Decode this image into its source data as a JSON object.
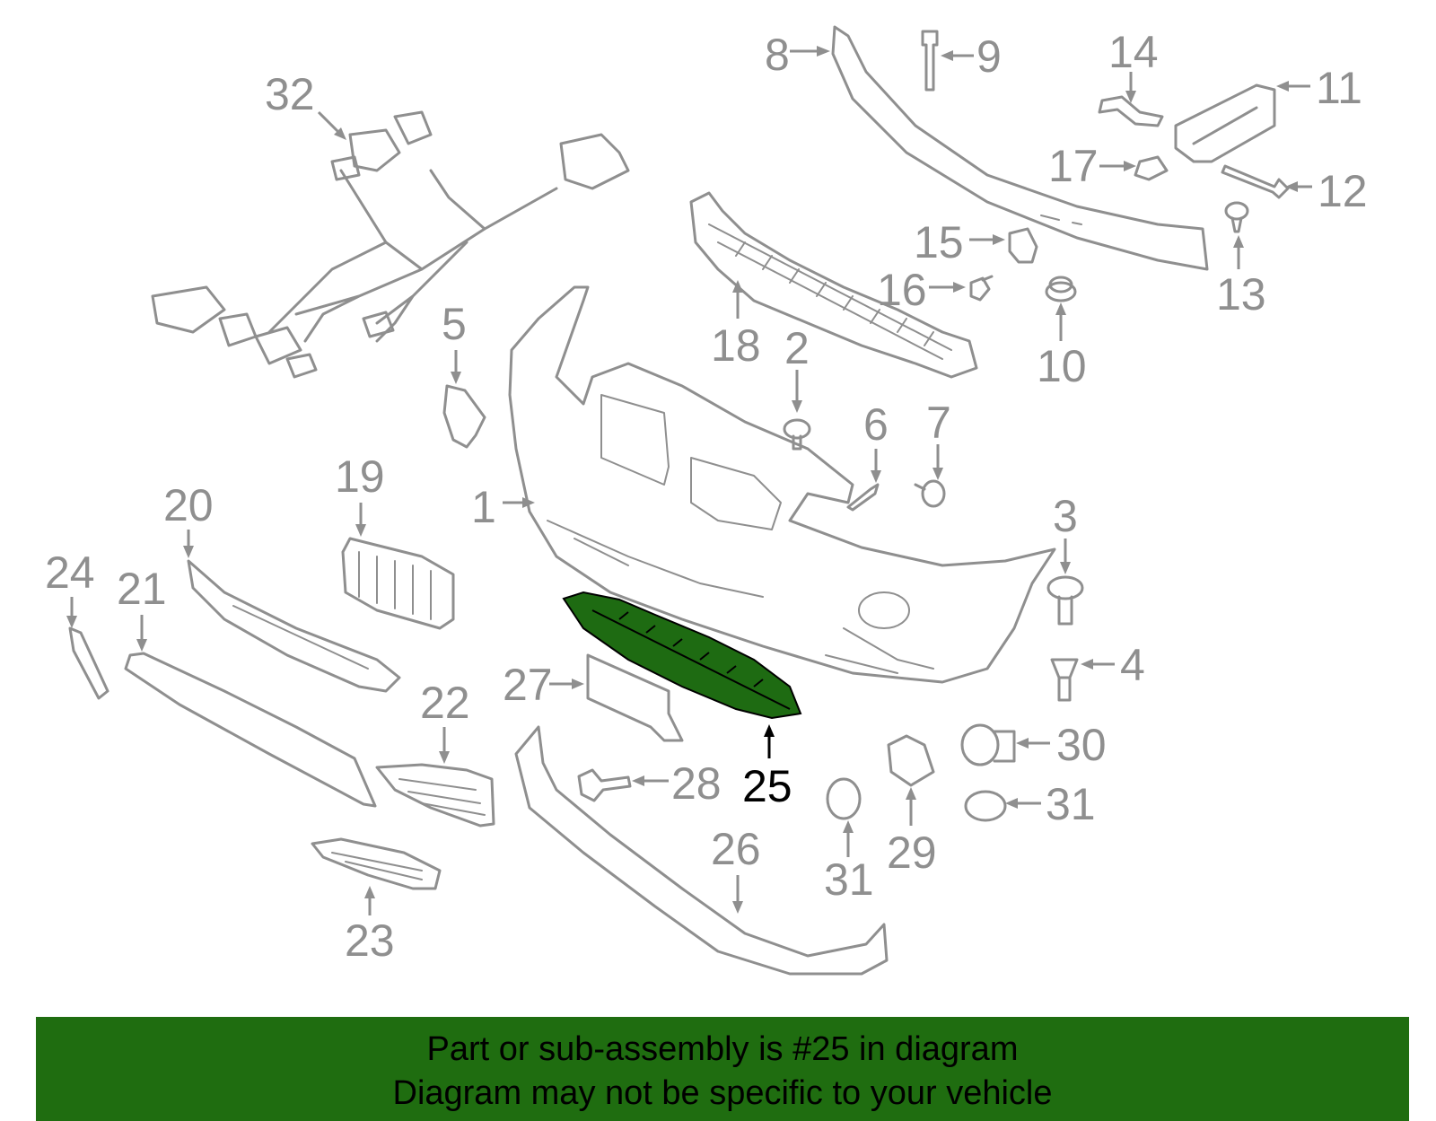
{
  "colors": {
    "part_line": "#8f8f8f",
    "highlight_fill": "#1e6b12",
    "banner_bg": "#1f6d10",
    "highlight_text": "#000000"
  },
  "callouts": {
    "c1": "1",
    "c2": "2",
    "c3": "3",
    "c4": "4",
    "c5": "5",
    "c6": "6",
    "c7": "7",
    "c8": "8",
    "c9": "9",
    "c10": "10",
    "c11": "11",
    "c12": "12",
    "c13": "13",
    "c14": "14",
    "c15": "15",
    "c16": "16",
    "c17": "17",
    "c18": "18",
    "c19": "19",
    "c20": "20",
    "c21": "21",
    "c22": "22",
    "c23": "23",
    "c24": "24",
    "c25": "25",
    "c26": "26",
    "c27": "27",
    "c28": "28",
    "c29": "29",
    "c30": "30",
    "c31": "31",
    "c31b": "31",
    "c32": "32"
  },
  "highlighted_part": "25",
  "banner": {
    "line1": "Part or sub-assembly is #25 in diagram",
    "line2": "Diagram may not be specific to your vehicle"
  }
}
